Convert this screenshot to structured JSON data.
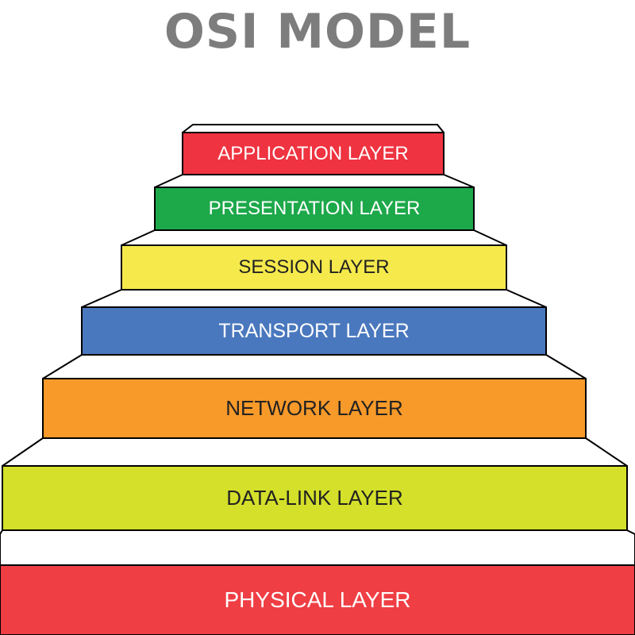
{
  "title": "OSI MODEL",
  "layers": [
    {
      "name": "APPLICATION LAYER",
      "color": "#ef3340",
      "text_color": "#ffffff"
    },
    {
      "name": "PRESENTATION LAYER",
      "color": "#1da84a",
      "text_color": "#ffffff"
    },
    {
      "name": "SESSION LAYER",
      "color": "#f5e94c",
      "text_color": "#222222"
    },
    {
      "name": "TRANSPORT LAYER",
      "color": "#4a78be",
      "text_color": "#ffffff"
    },
    {
      "name": "NETWORK LAYER",
      "color": "#f79a2a",
      "text_color": "#222222"
    },
    {
      "name": "DATA-LINK LAYER",
      "color": "#d4e02a",
      "text_color": "#222222"
    },
    {
      "name": "PHYSICAL LAYER",
      "color": "#ef3e44",
      "text_color": "#ffffff"
    }
  ]
}
